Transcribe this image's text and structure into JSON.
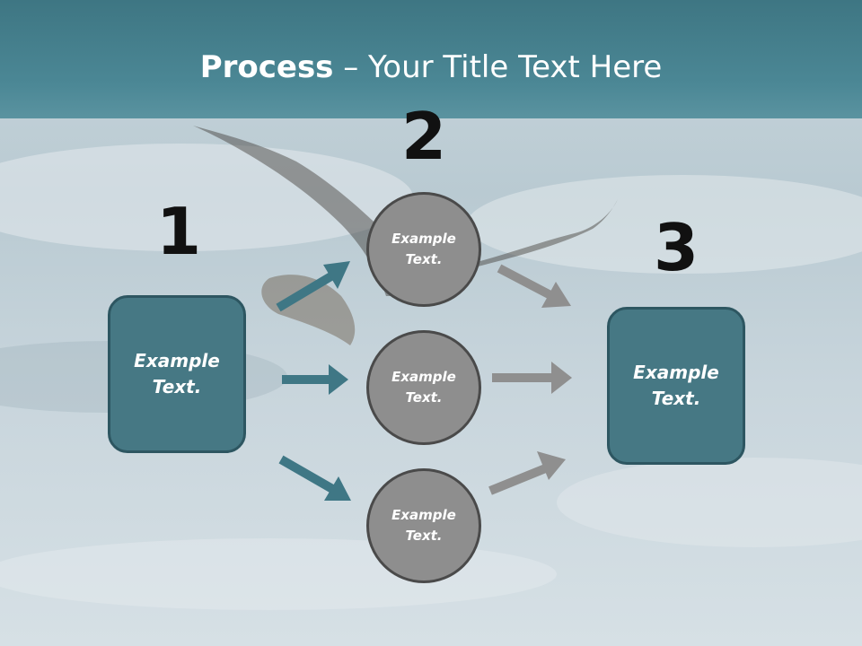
{
  "title": {
    "strong": "Process",
    "rest": " – Your Title Text Here"
  },
  "steps": [
    {
      "number": "1",
      "label": "Example\nText."
    },
    {
      "number": "2"
    },
    {
      "number": "3",
      "label": "Example\nText."
    }
  ],
  "circles": [
    {
      "label": "Example\nText."
    },
    {
      "label": "Example\nText."
    },
    {
      "label": "Example\nText."
    }
  ],
  "colors": {
    "title_band": "#467f8c",
    "box_fill": "#467884",
    "circle_fill": "#8e8e8e",
    "arrow_teal": "#3f7785",
    "arrow_gray": "#8f8f8f"
  }
}
